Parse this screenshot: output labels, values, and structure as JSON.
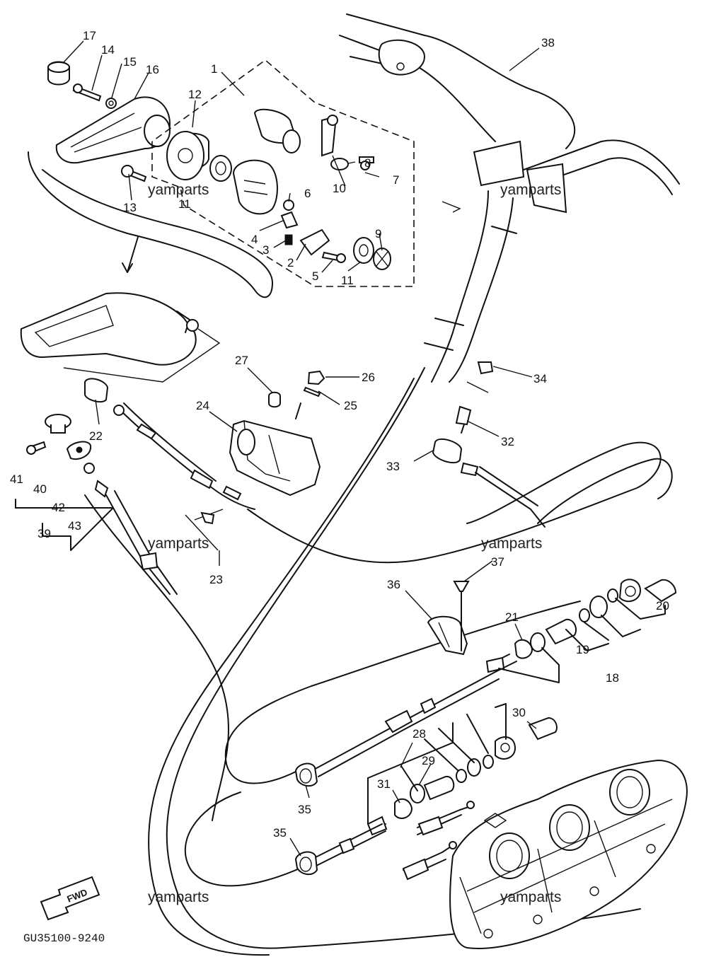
{
  "diagram": {
    "part_labels": [
      "1",
      "2",
      "3",
      "4",
      "5",
      "6",
      "7",
      "8",
      "9",
      "10",
      "11",
      "11",
      "12",
      "13",
      "14",
      "15",
      "16",
      "17",
      "18",
      "19",
      "20",
      "21",
      "22",
      "23",
      "24",
      "25",
      "26",
      "27",
      "28",
      "29",
      "30",
      "31",
      "32",
      "33",
      "34",
      "35",
      "35",
      "36",
      "37",
      "38",
      "39",
      "40",
      "41",
      "42",
      "43"
    ],
    "watermarks": [
      "yamparts",
      "yamparts",
      "yamparts",
      "yamparts",
      "yamparts",
      "yamparts"
    ],
    "forward_arrow_text": "FWD",
    "drawing_code": "GU35100-9240"
  }
}
